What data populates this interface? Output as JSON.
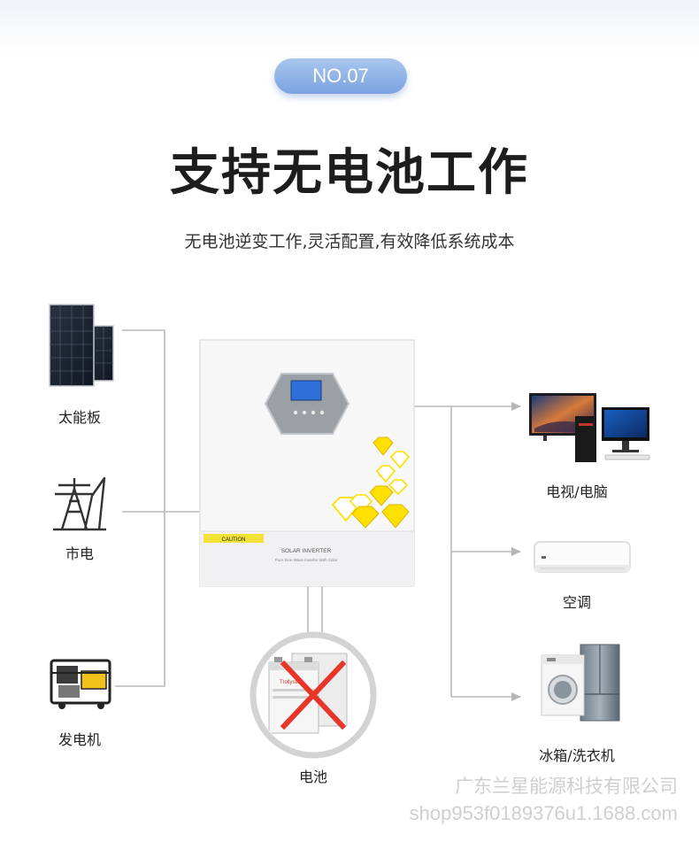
{
  "badge": "NO.07",
  "title": "支持无电池工作",
  "subtitle": "无电池逆变工作,灵活配置,有效降低系统成本",
  "sources": {
    "solar": "太能板",
    "grid": "市电",
    "generator": "发电机"
  },
  "loads": {
    "tv_pc": "电视/电脑",
    "ac": "空调",
    "fridge_washer": "冰箱/洗衣机"
  },
  "battery": "电池",
  "inverter": {
    "caution": "CAUTION",
    "model": "SOLAR INVERTER",
    "desc": "Pure Sine Wave Inverter With Solar"
  },
  "battery_brand": "Trollystar",
  "watermark": {
    "company": "广东兰星能源科技有限公司",
    "shop": "shop953f0189376u1.1688.com"
  },
  "colors": {
    "badge": "#7aa3df",
    "line": "#b9b9b9",
    "cross": "#e8352a",
    "accent_yellow": "#ffe000"
  }
}
